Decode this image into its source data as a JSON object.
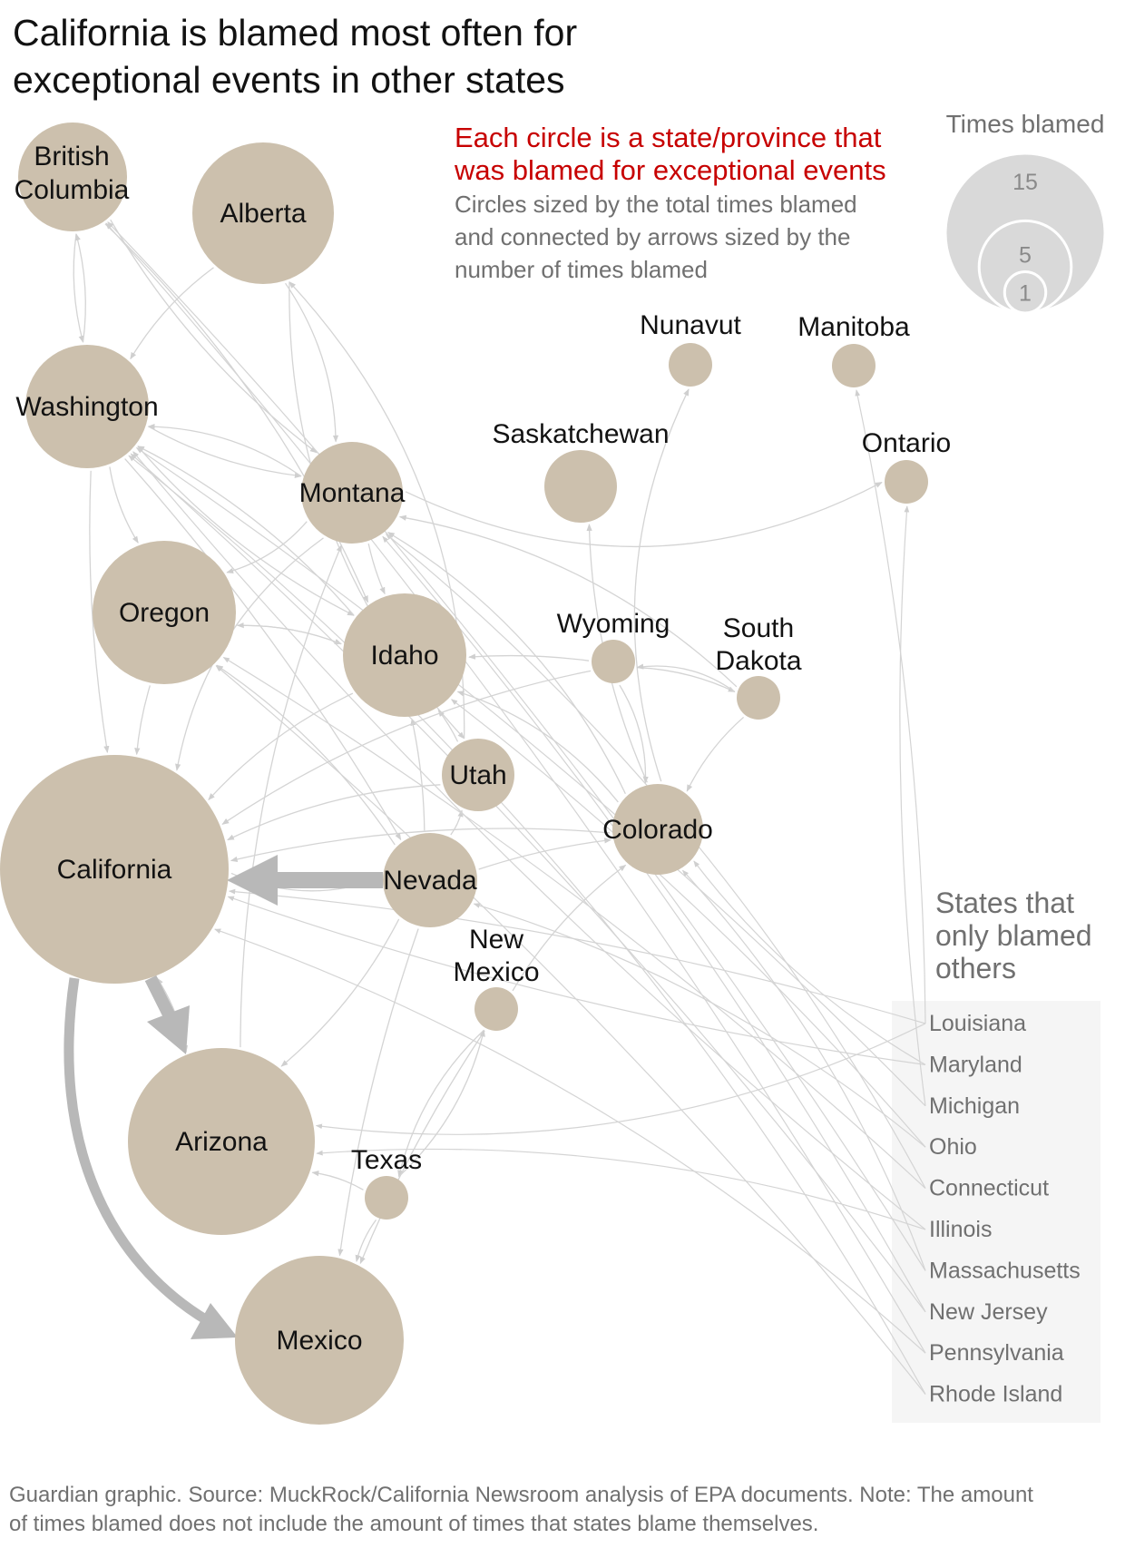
{
  "title": "California is blamed most often for exceptional events in other states",
  "legend": {
    "heading_red": [
      "Each circle is a state/province that",
      "was blamed for exceptional events"
    ],
    "description": [
      "Circles sized by the total times blamed",
      "and connected by arrows sized by the",
      "number of times blamed"
    ]
  },
  "size_legend": {
    "title": "Times blamed",
    "sizes": [
      {
        "value": 15,
        "label": "15"
      },
      {
        "value": 5,
        "label": "5"
      },
      {
        "value": 1,
        "label": "1"
      }
    ]
  },
  "only_blamed": {
    "title": [
      "States that",
      "only blamed",
      "others"
    ],
    "states": [
      "Louisiana",
      "Maryland",
      "Michigan",
      "Ohio",
      "Connecticut",
      "Illinois",
      "Massachusetts",
      "New Jersey",
      "Pennsylvania",
      "Rhode Island"
    ]
  },
  "nodes": [
    {
      "id": "british-columbia",
      "lines": [
        "British",
        "Columbia"
      ]
    },
    {
      "id": "alberta",
      "lines": [
        "Alberta"
      ]
    },
    {
      "id": "washington",
      "lines": [
        "Washington"
      ]
    },
    {
      "id": "montana",
      "lines": [
        "Montana"
      ]
    },
    {
      "id": "oregon",
      "lines": [
        "Oregon"
      ]
    },
    {
      "id": "idaho",
      "lines": [
        "Idaho"
      ]
    },
    {
      "id": "utah",
      "lines": [
        "Utah"
      ]
    },
    {
      "id": "california",
      "lines": [
        "California"
      ]
    },
    {
      "id": "nevada",
      "lines": [
        "Nevada"
      ]
    },
    {
      "id": "colorado",
      "lines": [
        "Colorado"
      ]
    },
    {
      "id": "wyoming",
      "lines": [
        "Wyoming"
      ]
    },
    {
      "id": "south-dakota",
      "lines": [
        "South",
        "Dakota"
      ]
    },
    {
      "id": "new-mexico",
      "lines": [
        "New",
        "Mexico"
      ]
    },
    {
      "id": "arizona",
      "lines": [
        "Arizona"
      ]
    },
    {
      "id": "texas",
      "lines": [
        "Texas"
      ]
    },
    {
      "id": "mexico",
      "lines": [
        "Mexico"
      ]
    },
    {
      "id": "saskatchewan",
      "lines": [
        "Saskatchewan"
      ]
    },
    {
      "id": "nunavut",
      "lines": [
        "Nunavut"
      ]
    },
    {
      "id": "manitoba",
      "lines": [
        "Manitoba"
      ]
    },
    {
      "id": "ontario",
      "lines": [
        "Ontario"
      ]
    }
  ],
  "colors": {
    "node": "#ccc0ad",
    "edge": "#d4d4d4",
    "edge_major": "#b8b8b8",
    "accent": "#c70000",
    "panel": "#f5f5f5"
  },
  "footnote": [
    "Guardian graphic. Source: MuckRock/California Newsroom analysis of EPA documents. Note: The amount",
    "of times blamed does not include the amount of times that states blame themselves."
  ]
}
